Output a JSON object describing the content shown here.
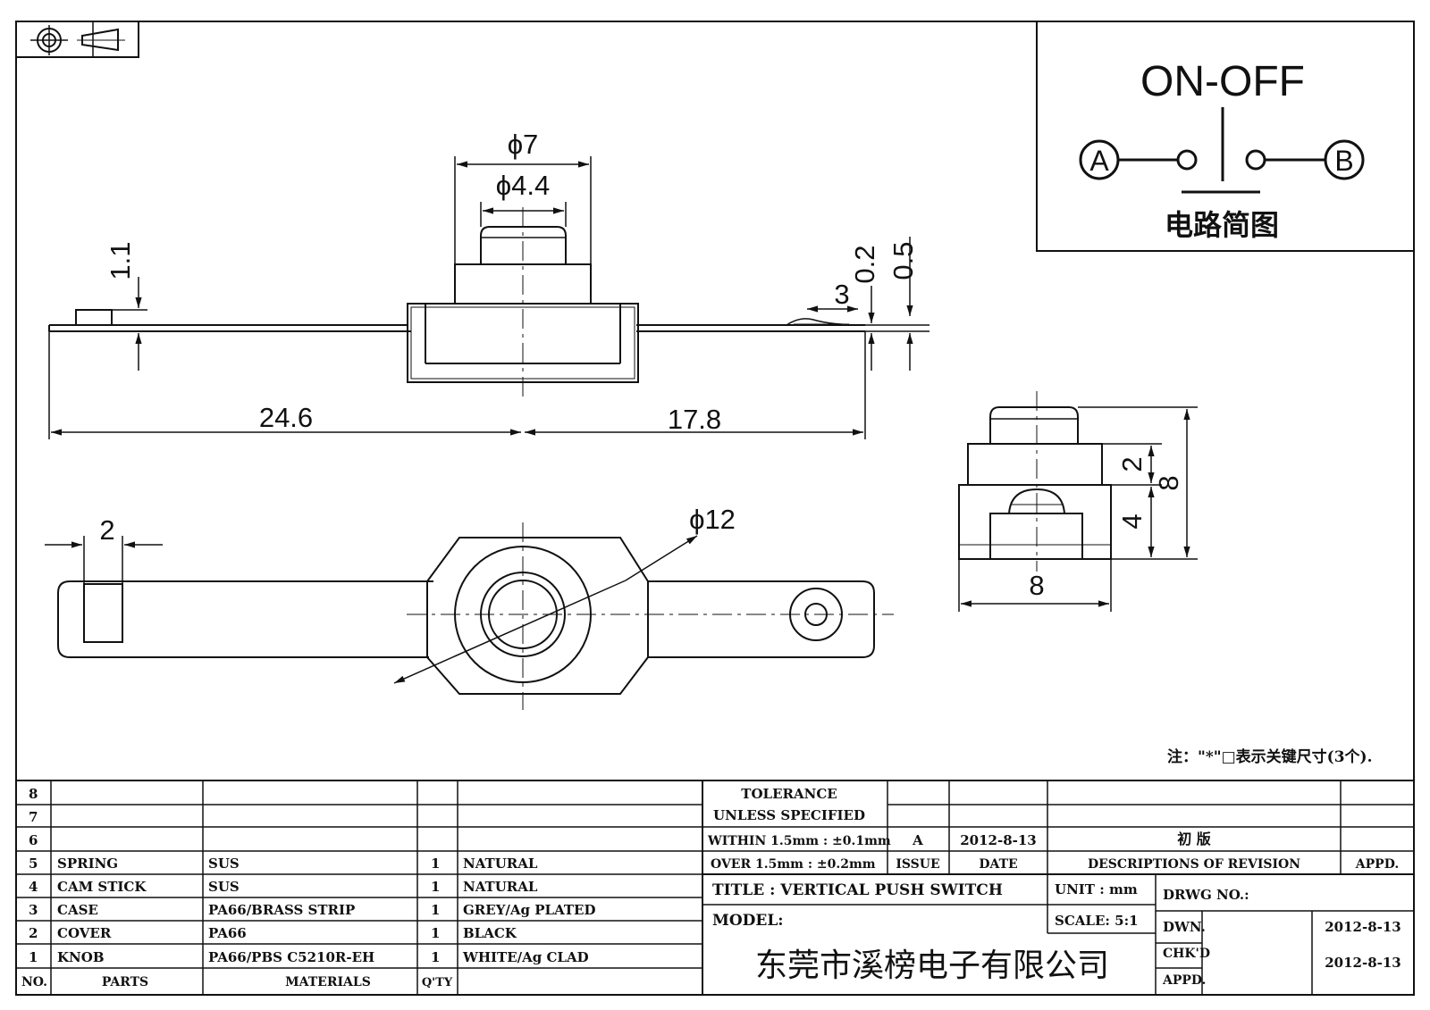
{
  "dimensions": {
    "phi7": "ϕ7",
    "phi4_4": "ϕ4.4",
    "d1_1": "1.1",
    "d0_2": "0.2",
    "d0_5": "0.5",
    "d3": "3",
    "d24_6": "24.6",
    "d17_8": "17.8",
    "d2_strip": "2",
    "phi12": "ϕ12",
    "side_d2": "2",
    "side_d4": "4",
    "side_d8h": "8",
    "side_d8w": "8"
  },
  "circuit": {
    "title": "ON-OFF",
    "terminal_a": "A",
    "terminal_b": "B",
    "caption": "电路简图"
  },
  "note": "注：\"*\"□表示关键尺寸(3个).",
  "bom": {
    "rows": [
      {
        "no": "8",
        "part": "",
        "material": "",
        "qty": "",
        "finish": ""
      },
      {
        "no": "7",
        "part": "",
        "material": "",
        "qty": "",
        "finish": ""
      },
      {
        "no": "6",
        "part": "",
        "material": "",
        "qty": "",
        "finish": ""
      },
      {
        "no": "5",
        "part": "SPRING",
        "material": "SUS",
        "qty": "1",
        "finish": "NATURAL"
      },
      {
        "no": "4",
        "part": "CAM STICK",
        "material": "SUS",
        "qty": "1",
        "finish": "NATURAL"
      },
      {
        "no": "3",
        "part": "CASE",
        "material": "PA66/BRASS STRIP",
        "qty": "1",
        "finish": "GREY/Ag PLATED"
      },
      {
        "no": "2",
        "part": "COVER",
        "material": "PA66",
        "qty": "1",
        "finish": "BLACK"
      },
      {
        "no": "1",
        "part": "KNOB",
        "material": "PA66/PBS C5210R-EH",
        "qty": "1",
        "finish": "WHITE/Ag CLAD"
      }
    ],
    "header": {
      "no": "NO.",
      "parts": "PARTS",
      "materials": "MATERIALS",
      "qty": "Q'TY"
    }
  },
  "title_block": {
    "tolerance_1": "TOLERANCE",
    "tolerance_2": "UNLESS  SPECIFIED",
    "within": "WITHIN 1.5mm : ±0.1mm",
    "over": "OVER 1.5mm : ±0.2mm",
    "issue_value": "A",
    "date_value": "2012-8-13",
    "revision_desc": "初 版",
    "issue_label": "ISSUE",
    "date_label": "DATE",
    "desc_label": "DESCRIPTIONS OF REVISION",
    "appd_label": "APPD.",
    "title": "TITLE :  VERTICAL PUSH SWITCH",
    "unit": "UNIT :  mm",
    "drwg_no": "DRWG NO.:",
    "model": "MODEL:",
    "scale": "SCALE:  5:1",
    "dwn": "DWN.",
    "dwn_date": "2012-8-13",
    "chkd": "CHK'D",
    "chkd_date": "2012-8-13",
    "appd": "APPD.",
    "company": "东莞市溪榜电子有限公司"
  }
}
